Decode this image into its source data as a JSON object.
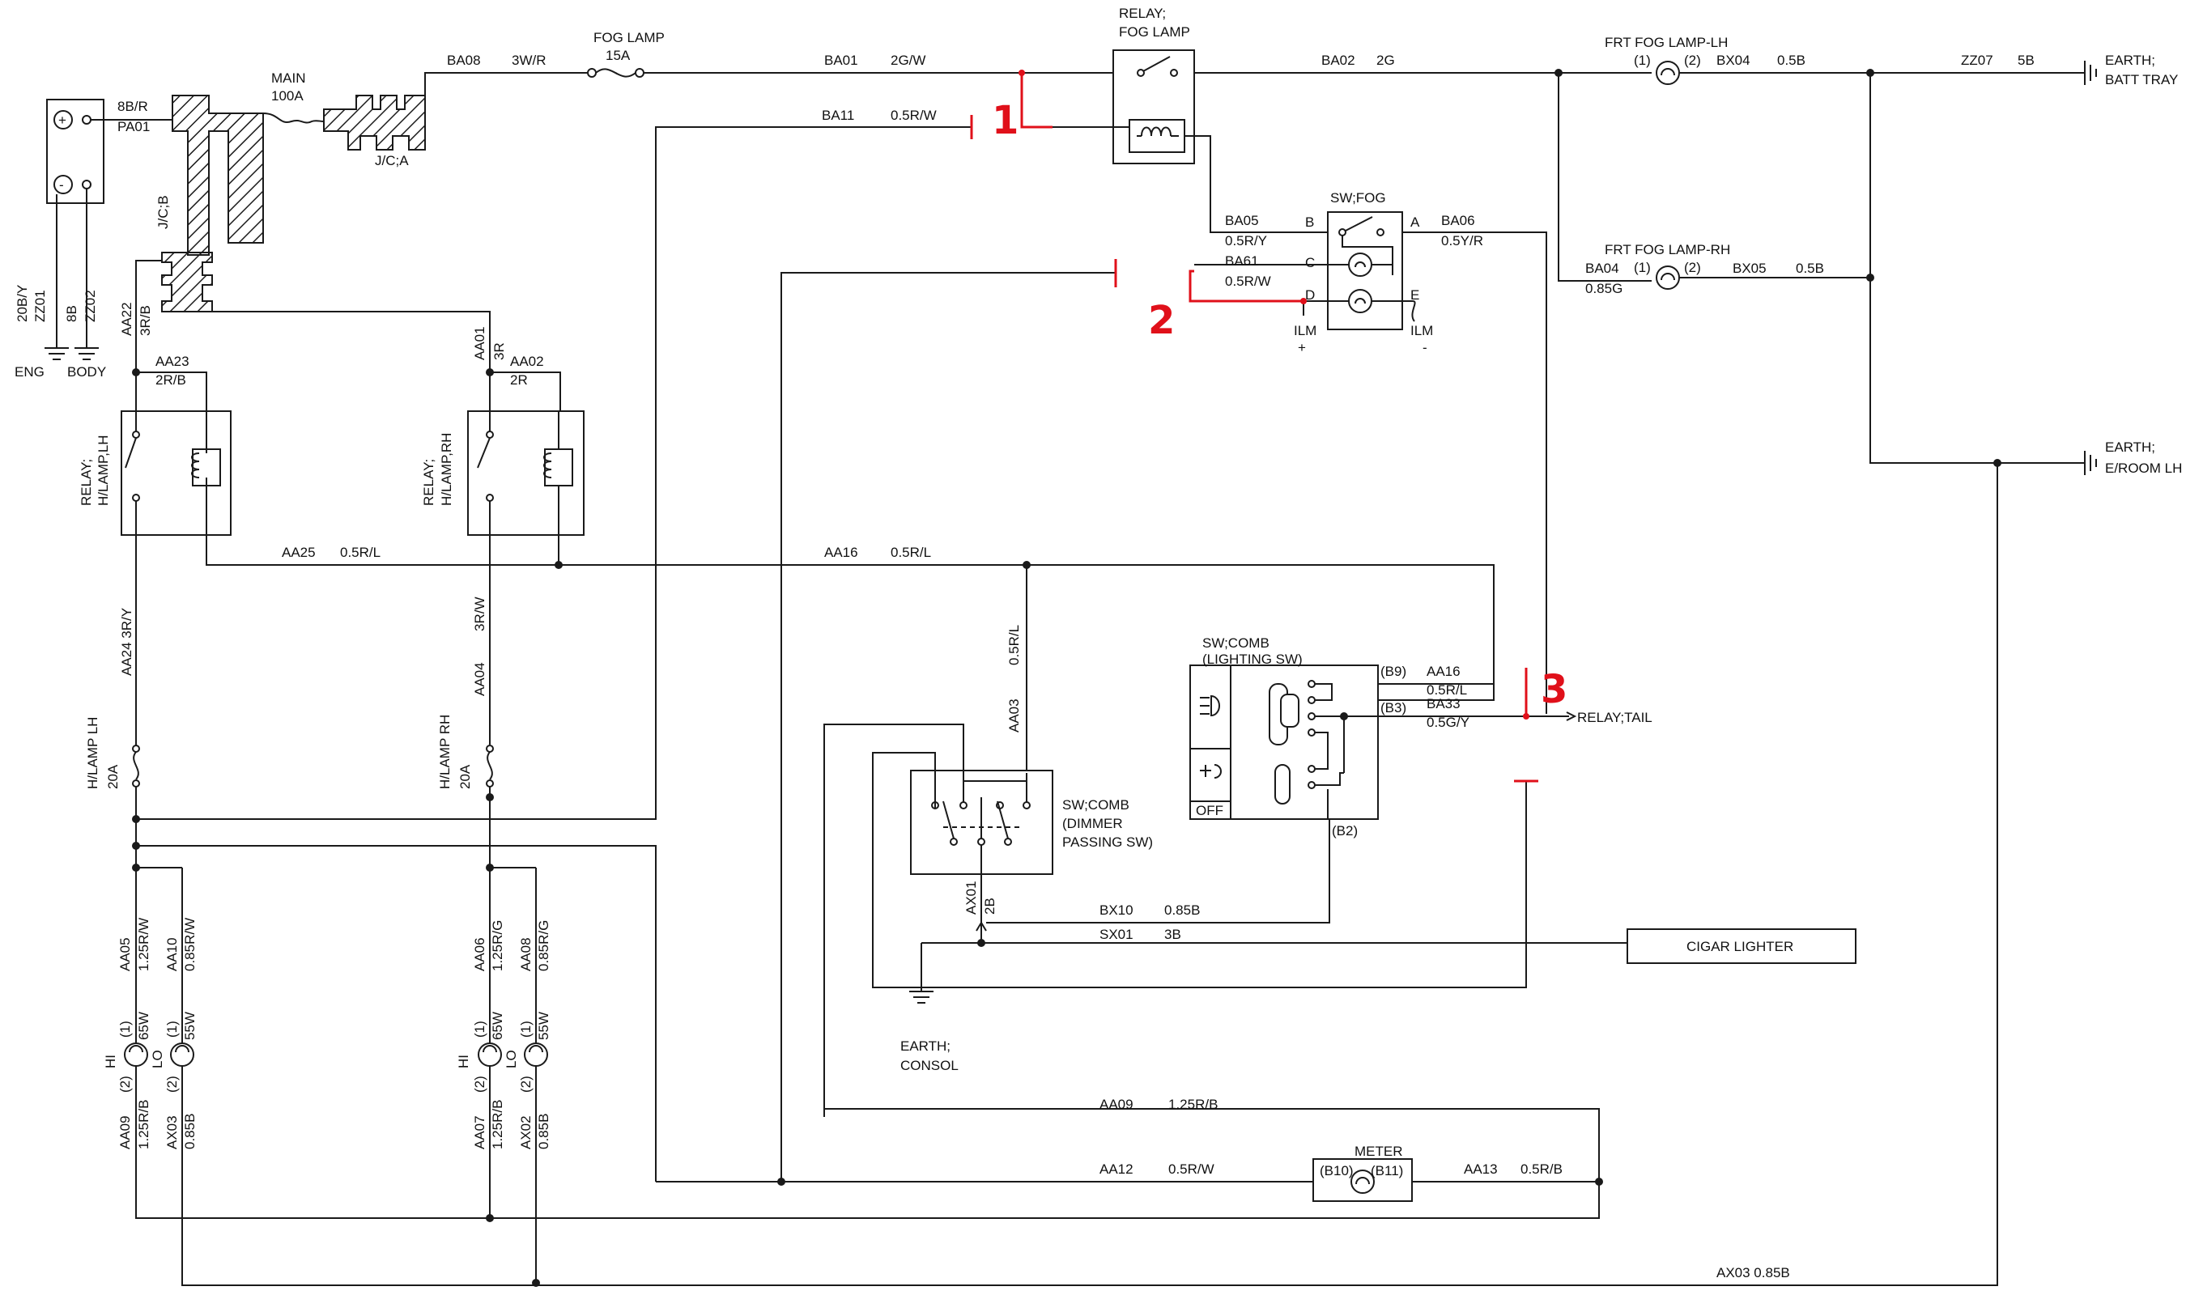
{
  "battery": {
    "plus": "+",
    "minus": "-",
    "wire1_code": "8B/R",
    "wire1_id": "PA01",
    "gnd1_code": "20B/Y",
    "gnd1_id": "ZZ01",
    "gnd1_label": "ENG",
    "gnd2_code": "8B",
    "gnd2_id": "ZZ02",
    "gnd2_label": "BODY"
  },
  "junction": {
    "jcb": "J/C;B",
    "jca": "J/C;A",
    "main_fuse": "MAIN",
    "main_rating": "100A"
  },
  "fog_fuse": {
    "name": "FOG LAMP",
    "rating": "15A"
  },
  "relay_fog": {
    "line1": "RELAY;",
    "line2": "FOG LAMP"
  },
  "sw_fog": {
    "name": "SW;FOG",
    "pin_b": "B",
    "pin_c": "C",
    "pin_d": "D",
    "pin_a": "A",
    "pin_e": "E",
    "ilm_plus": "ILM",
    "plus": "+",
    "ilm_minus": "ILM",
    "minus": "-"
  },
  "fog_lh": {
    "name": "FRT FOG LAMP-LH",
    "pin1": "(1)",
    "pin2": "(2)"
  },
  "fog_rh": {
    "name": "FRT FOG LAMP-RH",
    "pin1": "(1)",
    "pin2": "(2)"
  },
  "earth_batt": {
    "l1": "EARTH;",
    "l2": "BATT TRAY"
  },
  "earth_room": {
    "l1": "EARTH;",
    "l2": "E/ROOM LH"
  },
  "earth_consol": {
    "l1": "EARTH;",
    "l2": "CONSOL"
  },
  "wires": {
    "ba08": "BA08",
    "ba08c": "3W/R",
    "ba01": "BA01",
    "ba01c": "2G/W",
    "ba02": "BA02",
    "ba02c": "2G",
    "ba11": "BA11",
    "ba11c": "0.5R/W",
    "ba05": "BA05",
    "ba05c": "0.5R/Y",
    "ba61": "BA61",
    "ba61c": "0.5R/W",
    "ba06": "BA06",
    "ba06c": "0.5Y/R",
    "bx04": "BX04",
    "bx04c": "0.5B",
    "zz07": "ZZ07",
    "zz07c": "5B",
    "ba04": "BA04",
    "ba04c": "0.85G",
    "bx05": "BX05",
    "bx05c": "0.5B",
    "aa22": "AA22",
    "aa22c": "3R/B",
    "aa01": "AA01",
    "aa01c": "3R",
    "aa23": "AA23",
    "aa23c": "2R/B",
    "aa02": "AA02",
    "aa02c": "2R",
    "aa25": "AA25",
    "aa25c": "0.5R/L",
    "aa16": "AA16",
    "aa16c": "0.5R/L",
    "aa24": "AA24 3R/Y",
    "aa04": "AA04",
    "aa04c": "3R/W",
    "aa03": "AA03",
    "aa03c": "0.5R/L",
    "aa16b": "AA16",
    "aa16bc": "0.5R/L",
    "ba33": "BA33",
    "ba33c": "0.5G/Y",
    "ax01": "AX01",
    "ax01c": "2B",
    "bx10": "BX10",
    "bx10c": "0.85B",
    "sx01": "SX01",
    "sx01c": "3B",
    "aa05": "AA05",
    "aa05c": "1.25R/W",
    "aa10": "AA10",
    "aa10c": "0.85R/W",
    "aa06": "AA06",
    "aa06c": "1.25R/G",
    "aa08": "AA08",
    "aa08c": "0.85R/G",
    "aa09": "AA09",
    "aa09c": "1.25R/B",
    "ax03": "AX03",
    "ax03c": "0.85B",
    "aa07": "AA07",
    "aa07c": "1.25R/B",
    "ax02": "AX02",
    "ax02c": "0.85B",
    "aa09b": "AA09",
    "aa09bc": "1.25R/B",
    "aa12": "AA12",
    "aa12c": "0.5R/W",
    "aa13": "AA13",
    "aa13c": "0.5R/B",
    "ax03b": "AX03 0.85B"
  },
  "relay_hl_lh": {
    "l1": "RELAY;",
    "l2": "H/LAMP,LH"
  },
  "relay_hl_rh": {
    "l1": "RELAY;",
    "l2": "H/LAMP,RH"
  },
  "fuse_lh": {
    "name": "H/LAMP LH",
    "rating": "20A"
  },
  "fuse_rh": {
    "name": "H/LAMP RH",
    "rating": "20A"
  },
  "sw_dimmer": {
    "l1": "SW;COMB",
    "l2": "(DIMMER",
    "l3": "PASSING SW)"
  },
  "sw_light": {
    "l1": "SW;COMB",
    "l2": "(LIGHTING SW)",
    "b9": "(B9)",
    "b3": "(B3)",
    "b2": "(B2)",
    "off": "OFF"
  },
  "relay_tail": "RELAY;TAIL",
  "cigar": "CIGAR LIGHTER",
  "meter": {
    "name": "METER",
    "b10": "(B10)",
    "b11": "(B11)"
  },
  "lamps": {
    "lh_hi": "HI",
    "lh_lo": "LO",
    "lh_hi_w": "65W",
    "lh_lo_w": "55W",
    "rh_hi": "HI",
    "rh_lo": "LO",
    "rh_hi_w": "65W",
    "rh_lo_w": "55W",
    "p1": "(1)",
    "p2": "(2)"
  },
  "markers": {
    "m1": "1",
    "m2": "2",
    "m3": "3"
  }
}
